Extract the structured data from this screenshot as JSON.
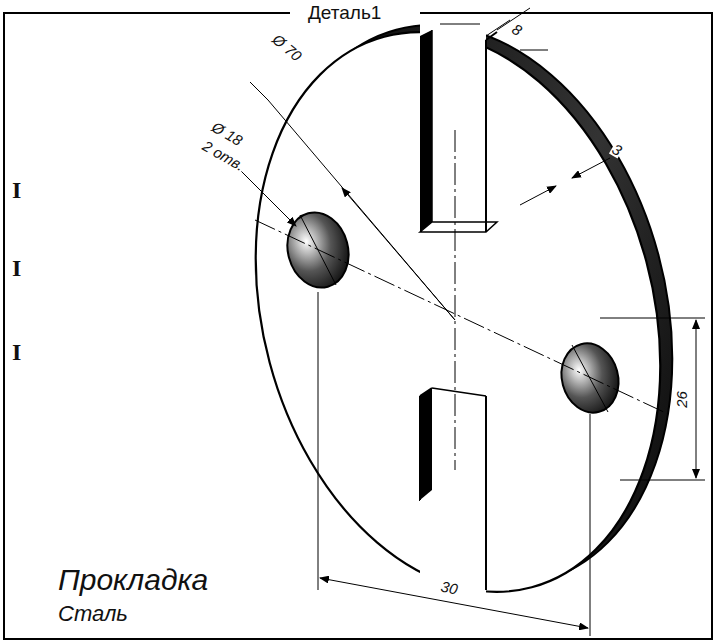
{
  "diagram": {
    "title": "Деталь1",
    "labels": [
      "Ø 70",
      "Ø 18",
      "2 отв.",
      "8",
      "3",
      "26",
      "30",
      "Прокладка",
      "Сталь",
      "I",
      "I",
      "I"
    ]
  }
}
